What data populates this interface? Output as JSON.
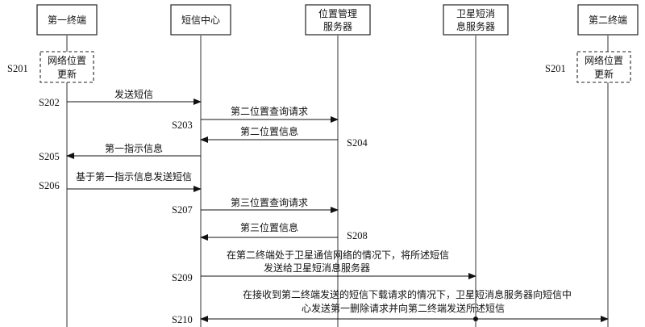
{
  "participants": {
    "first_terminal": "第一终端",
    "sms_center": "短信中心",
    "location_server": [
      "位置管理",
      "服务器"
    ],
    "satellite_server": [
      "卫星短消",
      "息服务器"
    ],
    "second_terminal": "第二终端"
  },
  "update_box": [
    "网络位置",
    "更新"
  ],
  "steps": {
    "s201": "S201",
    "s202": "S202",
    "s203": "S203",
    "s204": "S204",
    "s205": "S205",
    "s206": "S206",
    "s207": "S207",
    "s208": "S208",
    "s209": "S209",
    "s210": "S210"
  },
  "messages": {
    "m202": "发送短信",
    "m203": "第二位置查询请求",
    "m204": "第二位置信息",
    "m205": "第一指示信息",
    "m206": "基于第一指示信息发送短信",
    "m207": "第三位置查询请求",
    "m208": "第三位置信息",
    "m209": [
      "在第二终端处于卫星通信网络的情况下，将所述短信",
      "发送给卫星短消息服务器"
    ],
    "m210": [
      "在接收到第二终端发送的短信下载请求的情况下，卫星短消息服务器向短信中",
      "心发送第一删除请求并向第二终端发送所述短信"
    ]
  }
}
